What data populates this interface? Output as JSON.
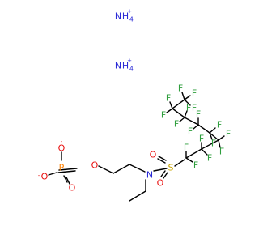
{
  "ions": [
    {
      "symbol": "N",
      "hydrogen": "H",
      "count": "4",
      "charge": "+"
    },
    {
      "symbol": "N",
      "hydrogen": "H",
      "count": "4",
      "charge": "+"
    }
  ],
  "phosphate": {
    "p": "P",
    "o_top": "O",
    "o_top_charge": "-",
    "o_left": "O",
    "o_left_charge": "-",
    "o_bottom": "O",
    "o_ester": "O"
  },
  "amine_n": "N",
  "sulfonyl": {
    "s": "S",
    "o_upper": "O",
    "o_lower": "O"
  },
  "fluorine_label": "F",
  "colors": {
    "F": "#2e9e3c",
    "O": "#e8100f",
    "P": "#ff8000",
    "S": "#c8a400",
    "N": "#2a2ad6"
  }
}
